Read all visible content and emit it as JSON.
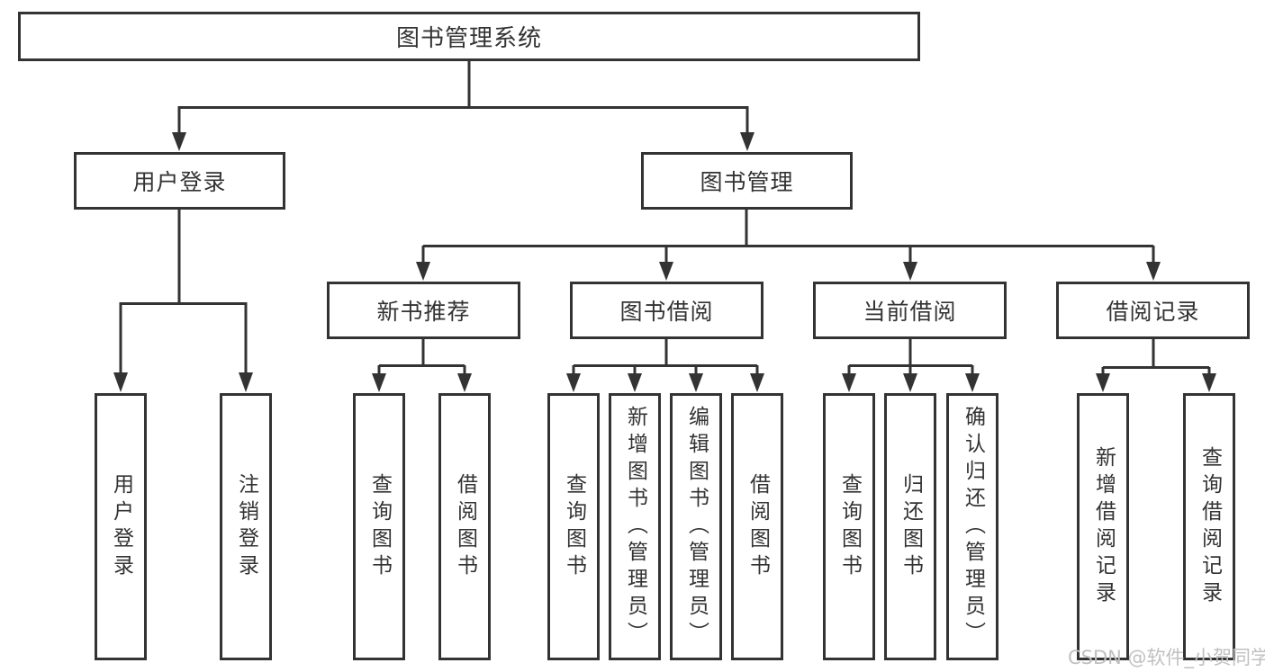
{
  "diagram": {
    "title": "图书管理系统",
    "level2": [
      {
        "label": "用户登录"
      },
      {
        "label": "图书管理"
      }
    ],
    "level3": [
      {
        "label": "新书推荐"
      },
      {
        "label": "图书借阅"
      },
      {
        "label": "当前借阅"
      },
      {
        "label": "借阅记录"
      }
    ],
    "leaves": {
      "user_login": [
        {
          "label": "用户登录"
        },
        {
          "label": "注销登录"
        }
      ],
      "new_book": [
        {
          "label": "查询图书"
        },
        {
          "label": "借阅图书"
        }
      ],
      "book_borrow": [
        {
          "label": "查询图书"
        },
        {
          "label": "新增图书（管理员）"
        },
        {
          "label": "编辑图书（管理员）"
        },
        {
          "label": "借阅图书"
        }
      ],
      "current_borrow": [
        {
          "label": "查询图书"
        },
        {
          "label": "归还图书"
        },
        {
          "label": "确认归还（管理员）"
        }
      ],
      "borrow_record": [
        {
          "label": "新增借阅记录"
        },
        {
          "label": "查询借阅记录"
        }
      ]
    }
  },
  "watermark": {
    "text": "CSDN @软件_小贺同学"
  },
  "colors": {
    "line": "#333333",
    "text": "#333333",
    "box_background": "#ffffff",
    "watermark": "#c0c0c0",
    "background": "#ffffff"
  }
}
